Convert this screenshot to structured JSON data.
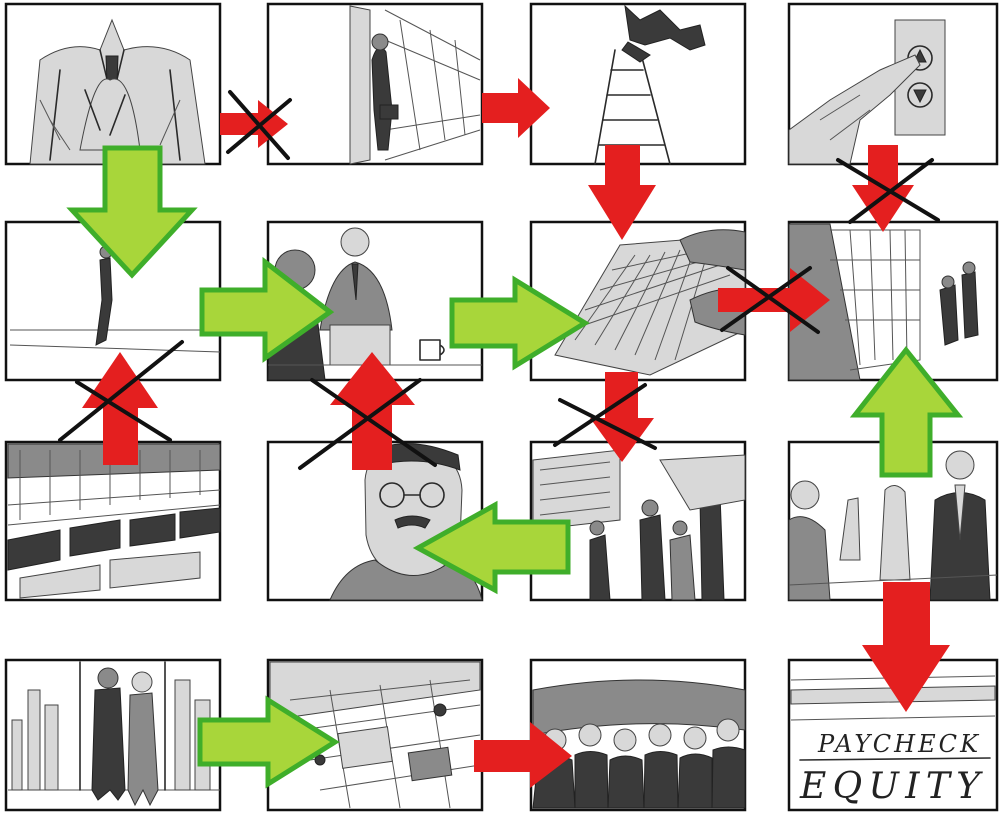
{
  "colors": {
    "red_arrow": "#e41f1f",
    "green_arrow_fill": "#a8d63a",
    "green_arrow_stroke": "#3fae2a",
    "cross": "#111111",
    "frame": "#111111"
  },
  "panels": [
    {
      "name": "man-adjusting-tie",
      "icon": "tie-icon"
    },
    {
      "name": "man-with-briefcase-in-hallway",
      "icon": "briefcase-icon"
    },
    {
      "name": "man-climbing-ladder",
      "icon": "ladder-icon"
    },
    {
      "name": "finger-pressing-elevator-button",
      "icon": "elevator-button-icon"
    },
    {
      "name": "man-walking-empty-room",
      "icon": "walking-icon"
    },
    {
      "name": "men-shaking-hands-at-desk",
      "icon": "handshake-icon"
    },
    {
      "name": "hands-typing-keyboard",
      "icon": "keyboard-icon"
    },
    {
      "name": "office-with-bookshelves",
      "icon": "shelves-icon"
    },
    {
      "name": "empty-cubicle-office",
      "icon": "cubicles-icon"
    },
    {
      "name": "man-with-glasses-closeup",
      "icon": "face-icon"
    },
    {
      "name": "busy-open-office",
      "icon": "crowd-office-icon"
    },
    {
      "name": "meeting-raised-hands",
      "icon": "raised-hands-icon"
    },
    {
      "name": "men-at-skyline-window",
      "icon": "skyline-icon"
    },
    {
      "name": "office-floor-overhead",
      "icon": "floorplan-icon"
    },
    {
      "name": "crowd-of-workers",
      "icon": "crowd-icon"
    },
    {
      "name": "paycheck-equity-sign",
      "icon": "sign-icon"
    }
  ],
  "sign": {
    "line1": "PAYCHECK",
    "line2": "EQUITY"
  },
  "arrows": [
    {
      "name": "arrow-1-to-2",
      "color": "red",
      "crossed": true
    },
    {
      "name": "arrow-2-to-3",
      "color": "red",
      "crossed": false
    },
    {
      "name": "arrow-3-to-7",
      "color": "red",
      "crossed": false
    },
    {
      "name": "arrow-4-to-8",
      "color": "red",
      "crossed": true
    },
    {
      "name": "arrow-1-to-5",
      "color": "green",
      "crossed": false
    },
    {
      "name": "arrow-5-to-6",
      "color": "green",
      "crossed": false
    },
    {
      "name": "arrow-6-to-7",
      "color": "green",
      "crossed": false
    },
    {
      "name": "arrow-7-to-8",
      "color": "red",
      "crossed": true
    },
    {
      "name": "arrow-9-to-5",
      "color": "red",
      "crossed": true
    },
    {
      "name": "arrow-10-to-6",
      "color": "red",
      "crossed": true
    },
    {
      "name": "arrow-7-to-11",
      "color": "red",
      "crossed": true
    },
    {
      "name": "arrow-11-to-10",
      "color": "green",
      "crossed": false
    },
    {
      "name": "arrow-12-to-8",
      "color": "green",
      "crossed": false
    },
    {
      "name": "arrow-12-to-16",
      "color": "red",
      "crossed": false
    },
    {
      "name": "arrow-13-to-14",
      "color": "green",
      "crossed": false
    },
    {
      "name": "arrow-14-to-15",
      "color": "red",
      "crossed": false
    }
  ]
}
